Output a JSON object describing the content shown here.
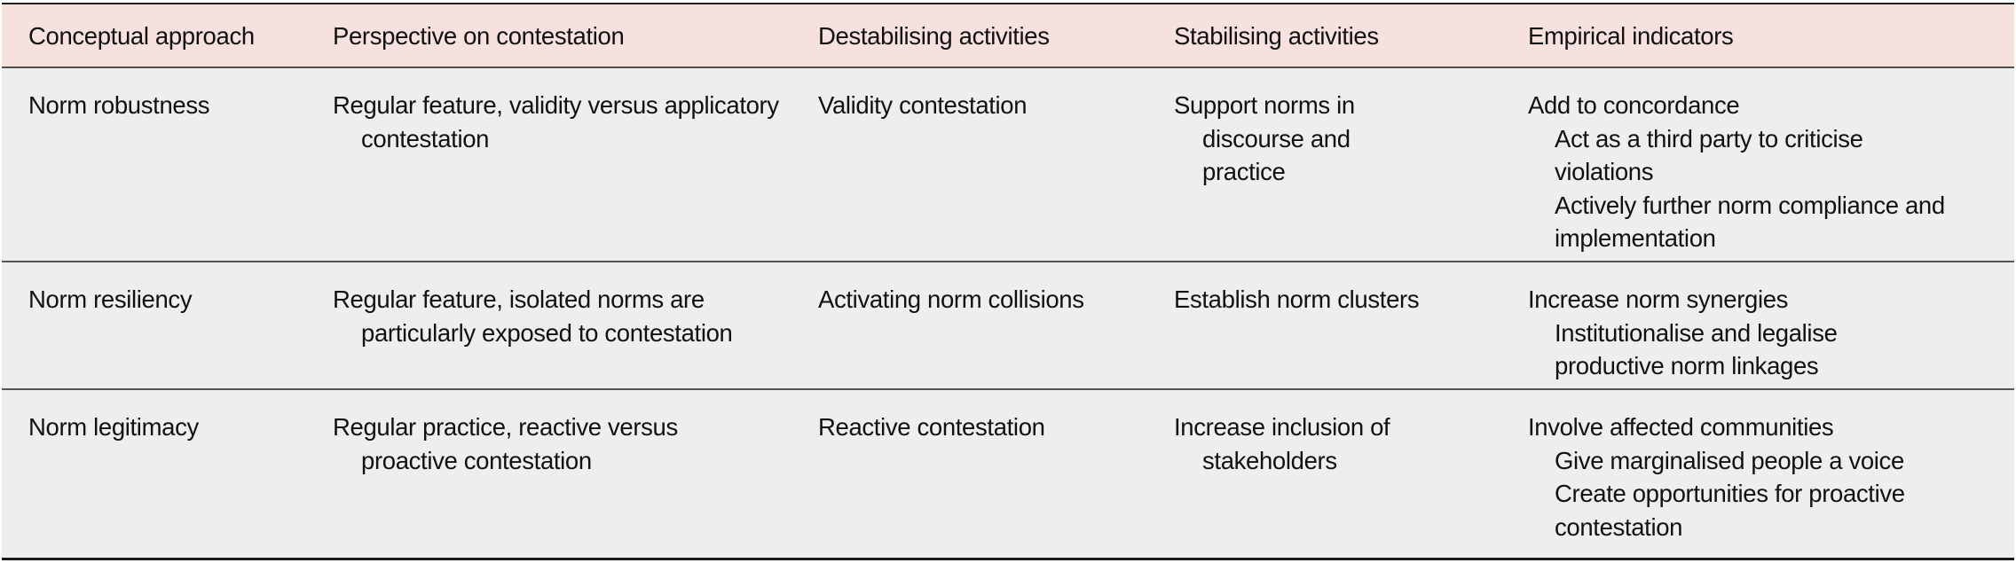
{
  "table": {
    "headers": [
      "Conceptual approach",
      "Perspective on contestation",
      "Destabilising activities",
      "Stabilising activities",
      "Empirical indicators"
    ],
    "rows": [
      {
        "conceptual_approach": "Norm robustness",
        "perspective": "Regular feature, validity versus applicatory contestation",
        "destabilising": "Validity contestation",
        "stabilising": "Support norms in discourse and practice",
        "indicators": {
          "main": "Add to concordance",
          "sub": [
            "Act as a third party to criticise violations",
            "Actively further norm compliance and implementation"
          ]
        }
      },
      {
        "conceptual_approach": "Norm resiliency",
        "perspective": "Regular feature, isolated norms are particularly exposed to contestation",
        "destabilising": "Activating norm collisions",
        "stabilising": "Establish norm clusters",
        "indicators": {
          "main": "Increase norm synergies",
          "sub": [
            "Institutionalise and legalise productive norm linkages"
          ]
        }
      },
      {
        "conceptual_approach": "Norm legitimacy",
        "perspective": "Regular practice, reactive versus proactive contestation",
        "destabilising": "Reactive contestation",
        "stabilising": "Increase inclusion of stakeholders",
        "indicators": {
          "main": "Involve affected communities",
          "sub": [
            "Give marginalised people a voice",
            "Create opportunities for proactive contestation"
          ]
        }
      }
    ],
    "colors": {
      "header_background": "#f6e1df",
      "body_background": "#eceef0",
      "rule": "#4d4d4d"
    }
  }
}
